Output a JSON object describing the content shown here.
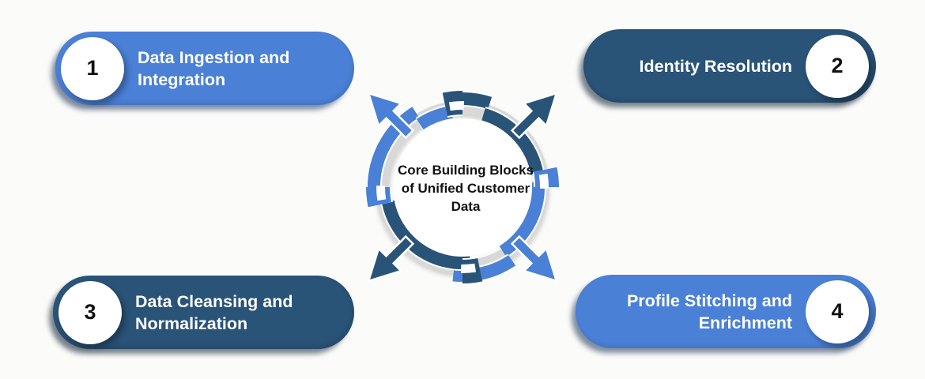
{
  "background_color": "#fbfbf9",
  "palette": {
    "light_blue": "#4a80d6",
    "dark_blue": "#2a5378",
    "ring_gray": "#d8d8d8",
    "number_color": "#111111",
    "label_color": "#ffffff",
    "center_text_color": "#111111"
  },
  "center": {
    "caption": "Core Building Blocks\nof Unified Customer\nData"
  },
  "steps": [
    {
      "number": "1",
      "label": "Data Ingestion and\nIntegration",
      "color": "light_blue",
      "position": "top-left"
    },
    {
      "number": "2",
      "label": "Identity Resolution",
      "color": "dark_blue",
      "position": "top-right"
    },
    {
      "number": "3",
      "label": "Data Cleansing and\nNormalization",
      "color": "dark_blue",
      "position": "bottom-left"
    },
    {
      "number": "4",
      "label": "Profile Stitching and\nEnrichment",
      "color": "light_blue",
      "position": "bottom-right"
    }
  ]
}
